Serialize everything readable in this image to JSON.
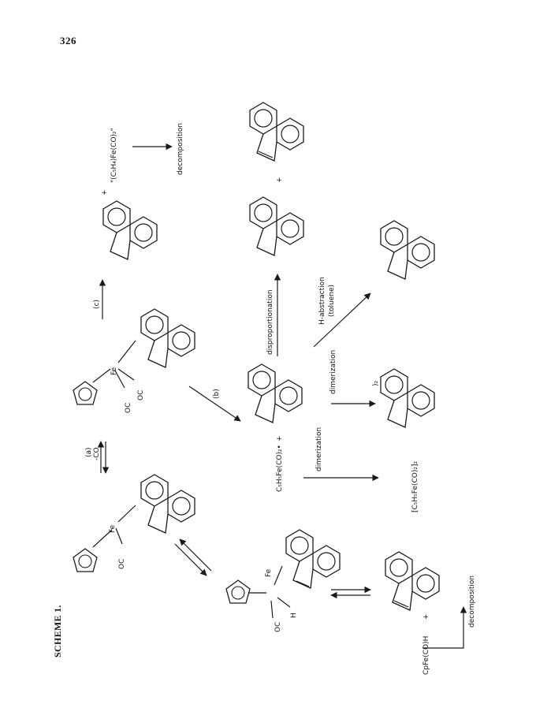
{
  "page": {
    "number": "326"
  },
  "scheme": {
    "label": "SCHEME 1.",
    "labels": {
      "step_a": "(a)",
      "minus_co": "-CO",
      "step_b": "(b)",
      "step_c": "(c)",
      "plus": "+",
      "c5h4fe_co2": "\"(C₅H₄)Fe(CO)₂\"",
      "decomposition": "decomposition",
      "disproportionation": "disproportionation",
      "dimerization": "dimerization",
      "h_abstraction": "H-abstraction",
      "toluene": "(toluene)",
      "c5h5fe_co2_radical": "C₅H₅Fe(CO)₂•",
      "dimer_cpfe": "[C₅H₅Fe(CO)₂]₂",
      "cpfe_co_h": "CpFe(CO)H",
      "fe": "Fe",
      "oc": "OC",
      "co": "OC",
      "h": "H",
      "sub_2": ")₂"
    }
  },
  "colors": {
    "ink": "#1a1a1a",
    "background": "#ffffff"
  }
}
